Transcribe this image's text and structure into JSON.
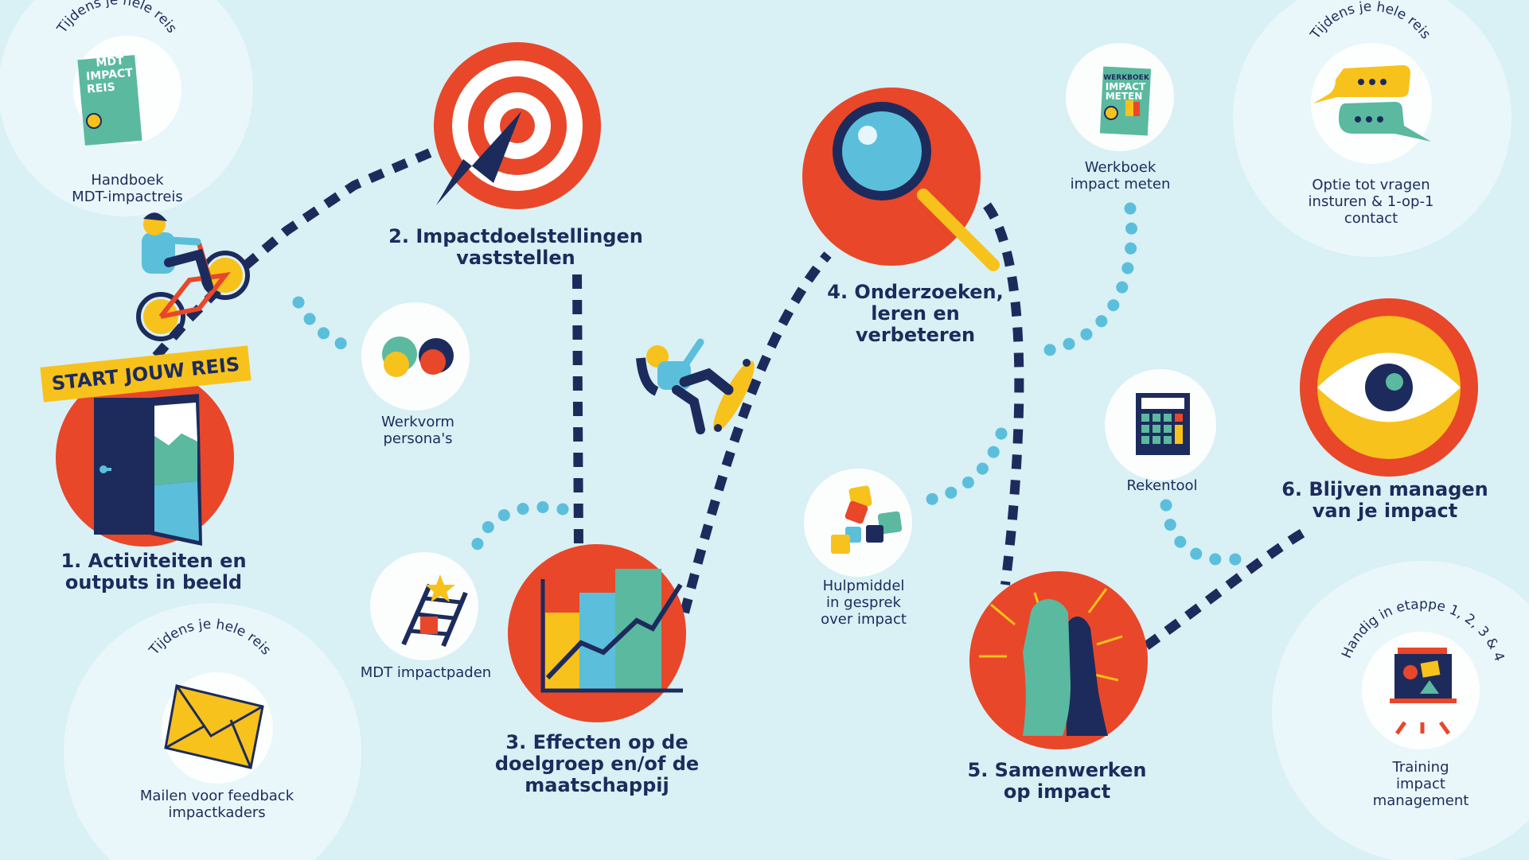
{
  "colors": {
    "background": "#d9f0f5",
    "navy": "#1d2b5c",
    "orange_red": "#e8472a",
    "yellow": "#f7c21b",
    "light_blue": "#5bbfdc",
    "teal": "#5bb9a0"
  },
  "start_badge": "START JOUW REIS",
  "stages": [
    {
      "number": "1.",
      "lines": [
        "1. Activiteiten en",
        "outputs in beeld"
      ],
      "icon": "door-icon"
    },
    {
      "number": "2.",
      "lines": [
        "2. Impactdoelstellingen",
        "vaststellen"
      ],
      "icon": "target-icon"
    },
    {
      "number": "3.",
      "lines": [
        "3. Effecten op de",
        "doelgroep en/of de",
        "maatschappij"
      ],
      "icon": "chart-icon"
    },
    {
      "number": "4.",
      "lines": [
        "4. Onderzoeken,",
        "leren en",
        "verbeteren"
      ],
      "icon": "magnifier-icon"
    },
    {
      "number": "5.",
      "lines": [
        "5. Samenwerken",
        "op impact"
      ],
      "icon": "high-five-icon"
    },
    {
      "number": "6.",
      "lines": [
        "6. Blijven managen",
        "van je impact"
      ],
      "icon": "eye-icon"
    }
  ],
  "tools": {
    "handboek": {
      "arc": "Tijdens je hele reis",
      "lines": [
        "Handboek",
        "MDT-impactreis"
      ],
      "book_title": [
        "MDT",
        "IMPACT",
        "REIS"
      ]
    },
    "mailen": {
      "arc": "Tijdens je hele reis",
      "lines": [
        "Mailen voor feedback",
        "impactkaders"
      ]
    },
    "optie": {
      "arc": "Tijdens je hele reis",
      "lines": [
        "Optie tot vragen",
        "insturen & 1-op-1",
        "contact"
      ]
    },
    "training": {
      "arc": "Handig in etappe 1, 2, 3 & 4",
      "lines": [
        "Training",
        "impact",
        "management"
      ]
    },
    "werkvorm": {
      "lines": [
        "Werkvorm",
        "persona's"
      ]
    },
    "impactpaden": {
      "lines": [
        "MDT impactpaden"
      ]
    },
    "werkboek": {
      "lines": [
        "Werkboek",
        "impact meten"
      ],
      "book_title": [
        "WERKBOEK",
        "IMPACT",
        "METEN"
      ]
    },
    "hulpmiddel": {
      "lines": [
        "Hulpmiddel",
        "in gesprek",
        "over impact"
      ]
    },
    "rekentool": {
      "lines": [
        "Rekentool"
      ]
    }
  }
}
